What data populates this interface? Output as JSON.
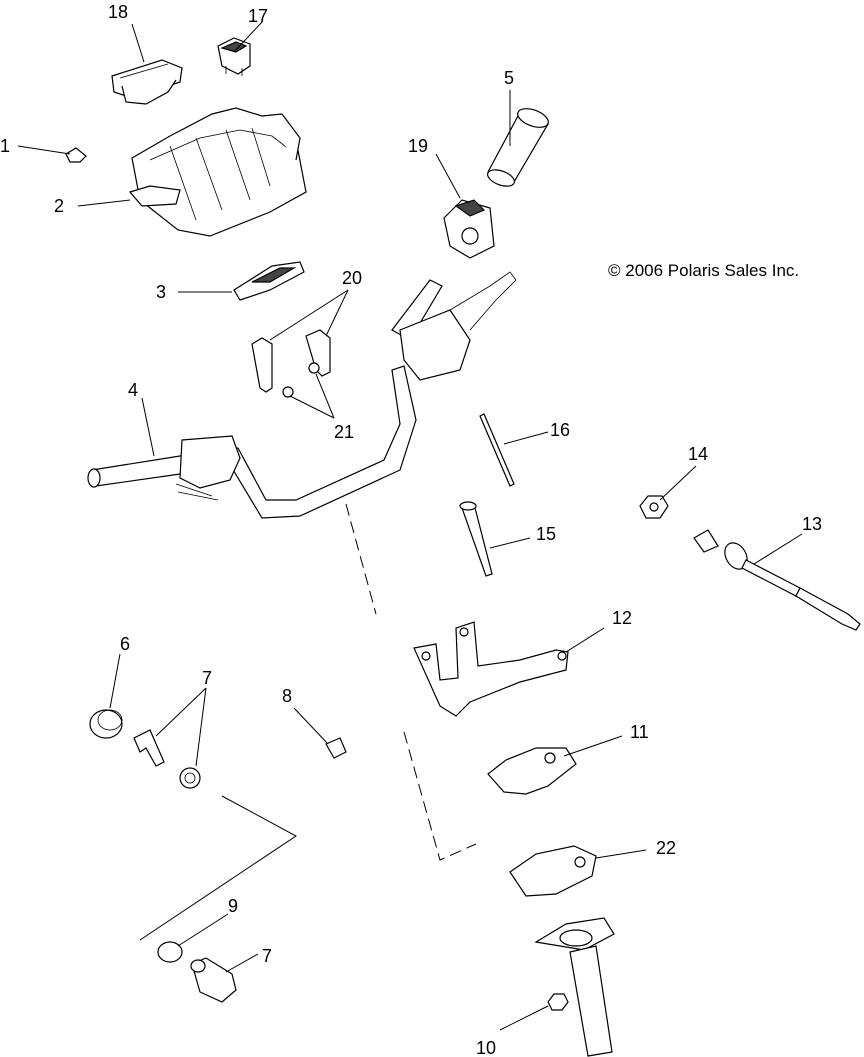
{
  "copyright": "© 2006 Polaris Sales Inc.",
  "callouts": {
    "c1": "1",
    "c2": "2",
    "c3": "3",
    "c4": "4",
    "c5": "5",
    "c6": "6",
    "c7a": "7",
    "c7b": "7",
    "c8": "8",
    "c9": "9",
    "c10": "10",
    "c11": "11",
    "c12": "12",
    "c13": "13",
    "c14": "14",
    "c15": "15",
    "c16": "16",
    "c17": "17",
    "c18": "18",
    "c19": "19",
    "c20": "20",
    "c21": "21",
    "c22": "22"
  }
}
